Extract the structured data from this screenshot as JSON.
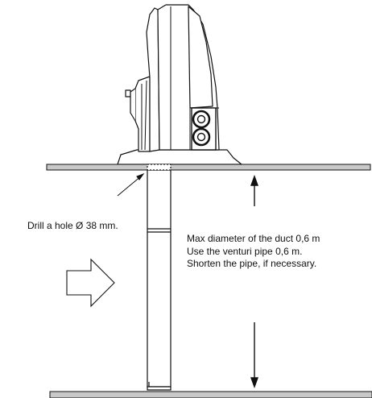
{
  "annotations": {
    "drill_hole": "Drill a hole Ø 38 mm.",
    "notes": [
      "Max diameter of the duct 0,6 m",
      "Use the venturi pipe 0,6 m.",
      "Shorten the pipe, if necessary."
    ]
  },
  "colors": {
    "line": "#111111",
    "plate": "#c8c8c8",
    "pipe": "#ffffff"
  }
}
